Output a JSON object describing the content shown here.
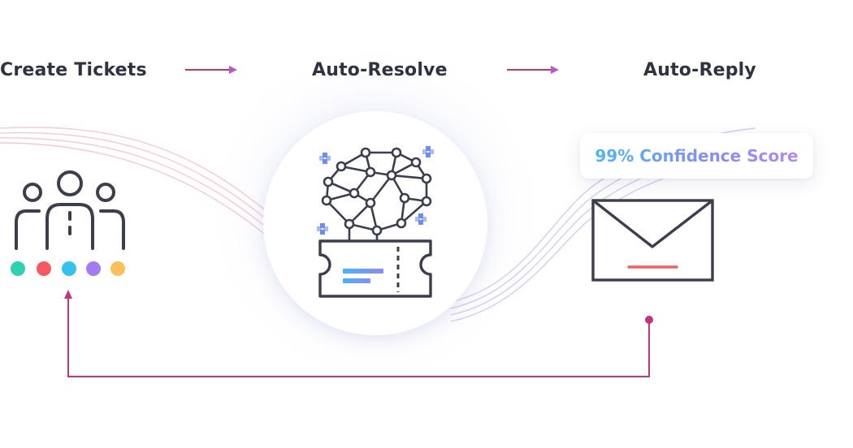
{
  "steps": {
    "create": "Create Tickets",
    "resolve": "Auto-Resolve",
    "reply": "Auto-Reply"
  },
  "badge": {
    "confidence": "99% Confidence Score"
  },
  "colors": {
    "text": "#2e3340",
    "icon_stroke": "#3a3f4b",
    "arrow": "#b15ac8",
    "loop": "#c2357a",
    "dots": [
      "#2fd1b0",
      "#f55a63",
      "#35c0f0",
      "#a47cf2",
      "#fbbf5b"
    ],
    "wave_left": "#f3bcc7",
    "wave_right": "#cfc3f0"
  },
  "icons": {
    "people": "people-group-icon",
    "brain": "brain-network-icon",
    "ticket": "ticket-icon",
    "envelope": "envelope-icon"
  }
}
